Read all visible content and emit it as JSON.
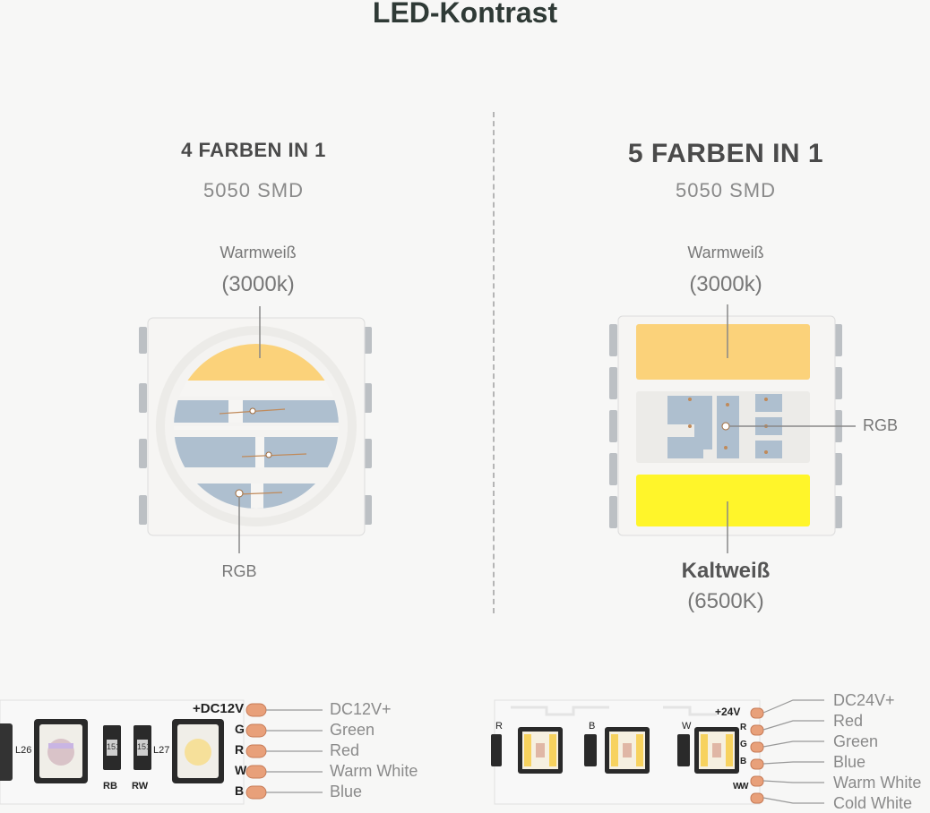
{
  "title": "LED-Kontrast",
  "left": {
    "heading": "4 FARBEN IN 1",
    "sub": "5050 SMD",
    "warm_label": "Warmweiß",
    "warm_temp": "(3000k)",
    "rgb_label": "RGB"
  },
  "right": {
    "heading": "5 FARBEN IN 1",
    "sub": "5050 SMD",
    "warm_label": "Warmweiß",
    "warm_temp": "(3000k)",
    "rgb_label": "RGB",
    "cold_label": "Kaltweiß",
    "cold_temp": "(6500K)"
  },
  "strip_left": {
    "voltage_mark": "+DC12V",
    "pins": [
      "G",
      "R",
      "W",
      "B"
    ],
    "ids": [
      "L26",
      "L27",
      "RB",
      "RW",
      "151",
      "151"
    ],
    "wires": [
      "DC12V+",
      "Green",
      "Red",
      "Warm White",
      "Blue"
    ]
  },
  "strip_right": {
    "voltage_mark": "+24V",
    "pins": [
      "R",
      "G",
      "B",
      "W",
      "W"
    ],
    "marks": [
      "R",
      "B",
      "W"
    ],
    "wires": [
      "DC24V+",
      "Red",
      "Green",
      "Blue",
      "Warm White",
      "Cold White"
    ]
  },
  "colors": {
    "warm": "#fbd27a",
    "cold": "#fff52a",
    "rgb_segment": "#aebfcf",
    "pcb": "#f5f4f0"
  }
}
